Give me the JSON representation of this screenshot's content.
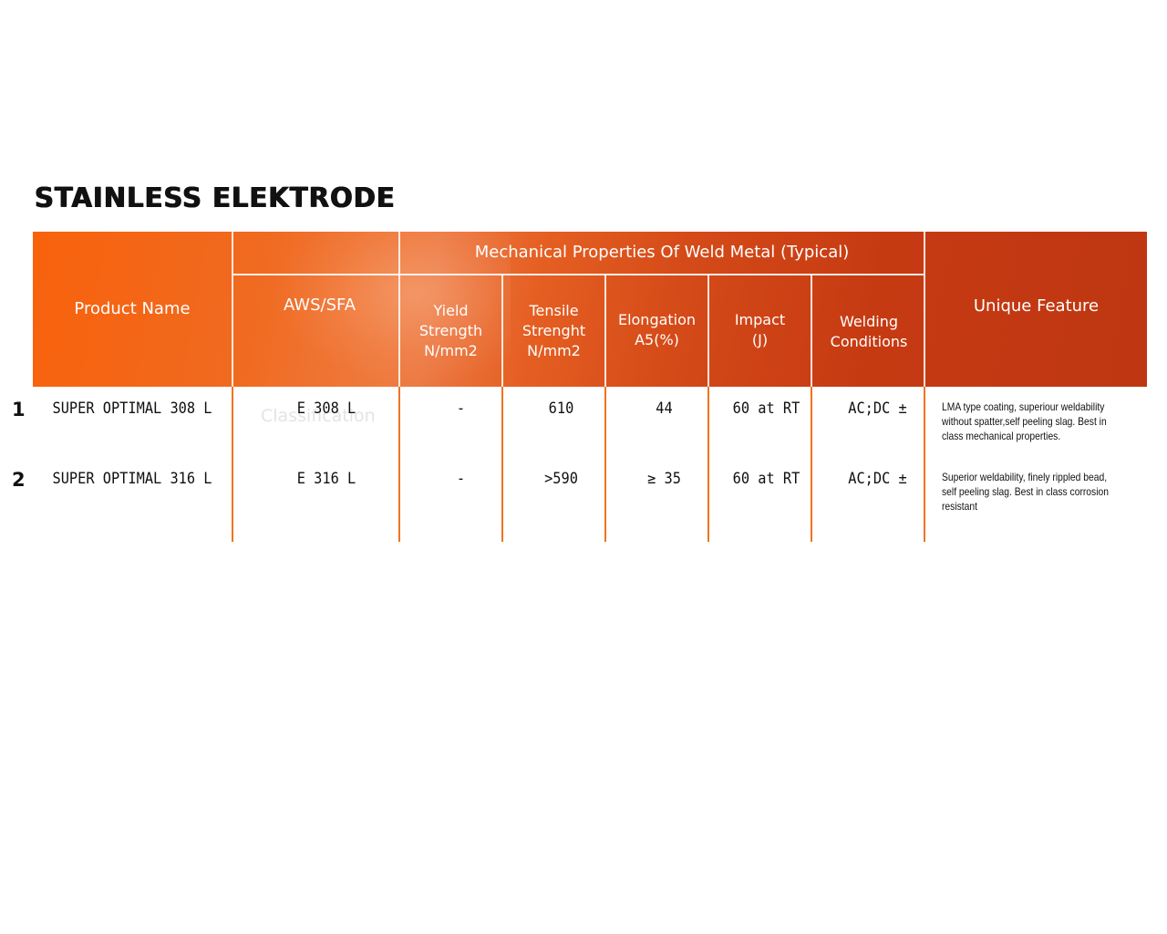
{
  "title": "STAINLESS ELEKTRODE",
  "header": {
    "product_name": "Product Name",
    "aws_sfa": "AWS/SFA",
    "classification": "Classification",
    "mechanical_group": "Mechanical Properties Of Weld Metal (Typical)",
    "yield": [
      "Yield",
      "Strength",
      "N/mm2"
    ],
    "tensile": [
      "Tensile",
      "Strenght",
      "N/mm2"
    ],
    "elongation": [
      "Elongation",
      "A5(%)"
    ],
    "impact": [
      "Impact",
      "(J)"
    ],
    "welding": [
      "Welding",
      "Conditions"
    ],
    "unique_feature": "Unique Feature"
  },
  "rows": [
    {
      "no": "1",
      "product": "SUPER OPTIMAL 308 L",
      "aws": "E 308 L",
      "yield": "-",
      "tensile": "610",
      "elongation": "44",
      "impact": "60 at RT",
      "welding": "AC;DC ±",
      "feature": "LMA type coating, superiour weldability without spatter,self peeling slag. Best in class mechanical properties."
    },
    {
      "no": "2",
      "product": "SUPER OPTIMAL 316 L",
      "aws": "E 316 L",
      "yield": "-",
      "tensile": ">590",
      "elongation": "≥ 35",
      "impact": "60 at RT",
      "welding": "AC;DC ±",
      "feature": "Superior weldability, finely rippled bead, self peeling slag. Best in class corrosion resistant"
    }
  ],
  "colors": {
    "header_start": "#f8620c",
    "header_end": "#be3712",
    "rule": "#f0731f"
  }
}
